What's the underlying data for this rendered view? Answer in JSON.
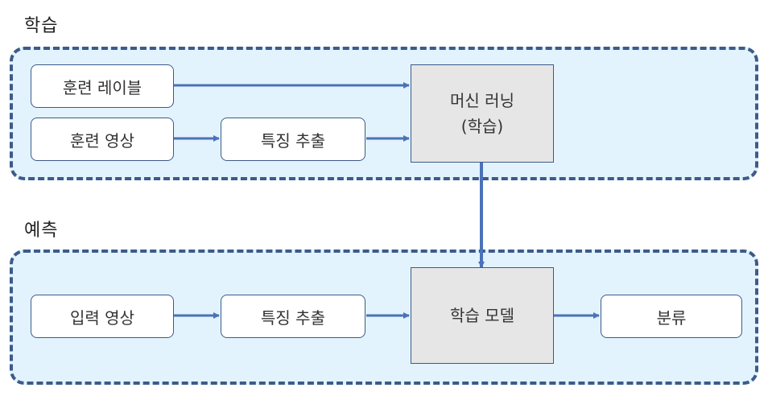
{
  "sections": {
    "train_label": "학습",
    "predict_label": "예측"
  },
  "train": {
    "labels_node": "훈련 레이블",
    "images_node": "훈련 영상",
    "feature_node": "특징 추출",
    "ml_node_line1": "머신 러닝",
    "ml_node_line2": "(학습)"
  },
  "predict": {
    "input_node": "입력 영상",
    "feature_node": "특징 추출",
    "model_node": "학습 모델",
    "output_node": "분류"
  },
  "colors": {
    "panel_fill": "#e2f3fd",
    "border": "#3d5a8a",
    "arrow": "#4a72b8",
    "box_gray": "#e6e6e6"
  }
}
